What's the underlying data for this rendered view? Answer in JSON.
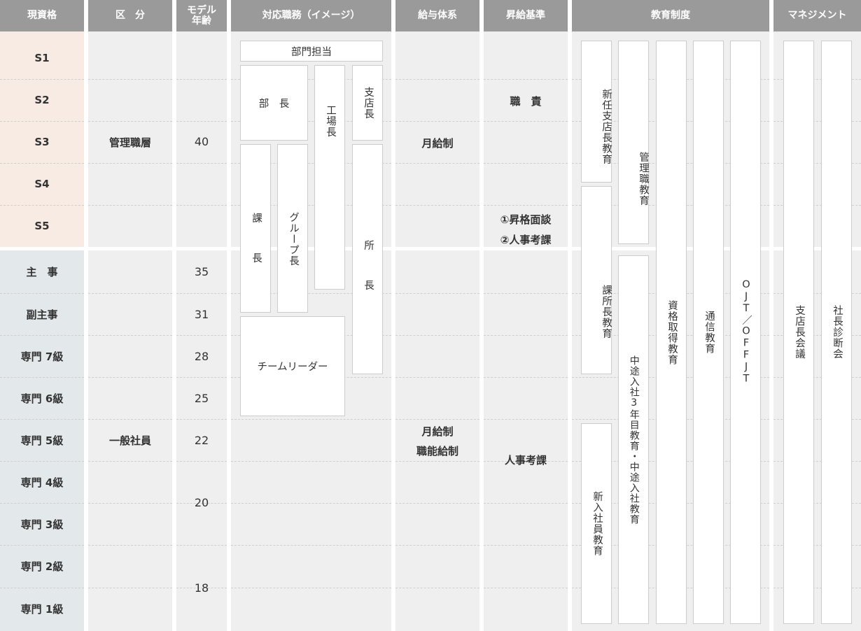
{
  "headers": {
    "grade": "現資格",
    "category": "区　分",
    "model_age": "モデル\n年齢",
    "duties": "対応職務（イメージ）",
    "salary": "給与体系",
    "promotion": "昇給基準",
    "education": "教育制度",
    "management": "マネジメント"
  },
  "grades": [
    "S1",
    "S2",
    "S3",
    "S4",
    "S5",
    "主　事",
    "副主事",
    "専門 7級",
    "専門 6級",
    "専門 5級",
    "専門 4級",
    "専門 3級",
    "専門 2級",
    "専門 1級"
  ],
  "categories": {
    "upper": "管理職層",
    "lower": "一般社員"
  },
  "ages": {
    "upper": "40",
    "a35": "35",
    "a31": "31",
    "a28": "28",
    "a25": "25",
    "a22": "22",
    "a20": "20",
    "a18": "18"
  },
  "duties": {
    "bumon_tanto": "部門担当",
    "bucho": "部　長",
    "koujocho": "工場長",
    "shitencho": "支店長",
    "kacho": "課　長",
    "group_cho": "グループ長",
    "shocho": "所　長",
    "team_leader": "チームリーダー"
  },
  "salary": {
    "upper": "月給制",
    "lower_1": "月給制",
    "lower_2": "職能給制"
  },
  "promotion": {
    "upper": "職　責",
    "mid_1": "①昇格面談",
    "mid_2": "②人事考課",
    "lower": "人事考課"
  },
  "education": {
    "new_branch": "新任支店長教育",
    "manager": "管理職教育",
    "section": "課所長教育",
    "new_hire": "新入社員教育",
    "midcareer": "中途入社3年目教育・中途入社教育",
    "qualification": "資格取得教育",
    "correspondence": "通信教育",
    "ojt": "OJT／OFFJT"
  },
  "management": {
    "branch_meeting": "支店長会議",
    "president": "社長診断会"
  },
  "colors": {
    "header": "#9a9a9a",
    "upper_grade_bg": "#f7ebe4",
    "lower_grade_bg": "#e3e8eb",
    "column_bg": "#efefef"
  }
}
